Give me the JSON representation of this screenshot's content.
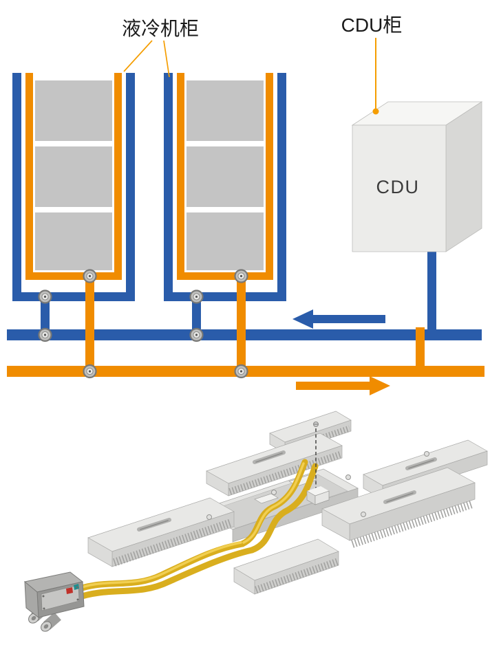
{
  "labels": {
    "cabinet_label": "液冷机柜",
    "cdu_cabinet_label": "CDU柜",
    "cdu_box_label": "CDU"
  },
  "colors": {
    "pipe_blue": "#2a5caa",
    "pipe_orange": "#f08c00",
    "leader_orange": "#f59d00",
    "server_gray": "#c4c4c4",
    "box_top": "#f6f6f4",
    "box_front": "#ececea",
    "box_side": "#d8d8d6",
    "tube_yellow": "#d9ae1e",
    "text_dark": "#1a1a1a"
  },
  "diagram": {
    "cabinets": 2,
    "servers_per_cabinet": 3,
    "flow_arrows": [
      {
        "color": "#2a5caa",
        "direction": "left"
      },
      {
        "color": "#f08c00",
        "direction": "right"
      }
    ]
  }
}
